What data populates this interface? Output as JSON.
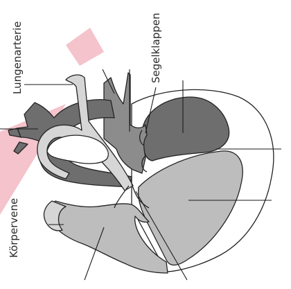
{
  "labels": {
    "pulmonary_artery": "Lungenarterie",
    "semilunar_valves": "Segelklappen",
    "body_vein": "Körpervene"
  },
  "colors": {
    "watermark": "#f2b8c3",
    "outline": "#222222",
    "dark_chamber": "#6e6e6e",
    "medium_vessel": "#8c8c8c",
    "light_chamber": "#bdbdbd",
    "pale_vessel": "#d6d6d6",
    "background": "#ffffff"
  }
}
